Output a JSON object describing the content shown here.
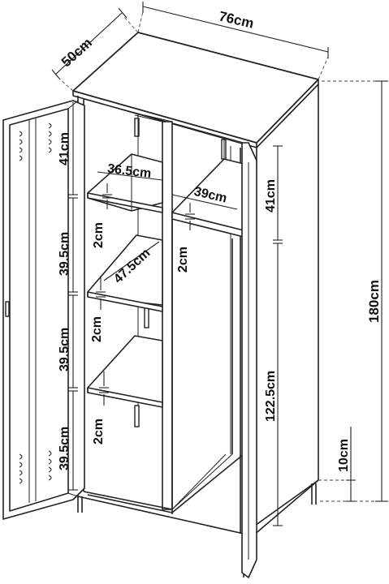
{
  "dimensions": {
    "width": "76cm",
    "depth": "50cm",
    "height": "180cm",
    "left_compartment_top_height": "41cm",
    "left_shelf_spacing_1": "39.5cm",
    "left_shelf_spacing_2": "39.5cm",
    "left_shelf_spacing_3": "39.5cm",
    "left_shelf_width": "36.5cm",
    "left_shelf_depth": "47.5cm",
    "shelf_thickness_1": "2cm",
    "shelf_thickness_2": "2cm",
    "shelf_thickness_3": "2cm",
    "right_shelf_thickness": "2cm",
    "right_compartment_width": "39cm",
    "right_top_height": "41cm",
    "right_hanging_height": "122.5cm",
    "leg_height": "10cm"
  },
  "colors": {
    "stroke": "#222222",
    "background": "#ffffff"
  }
}
